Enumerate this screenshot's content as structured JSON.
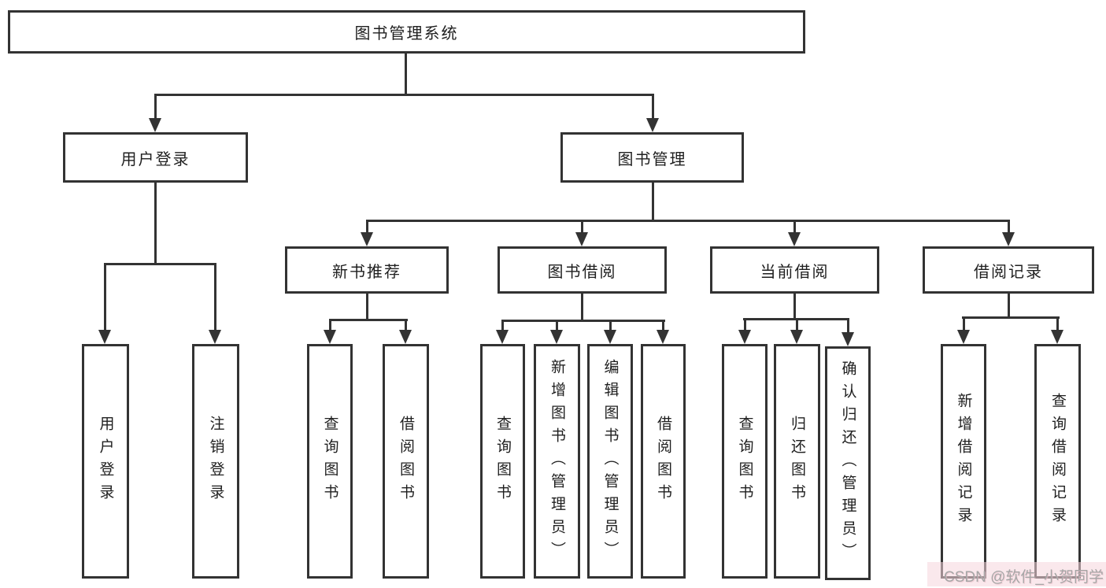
{
  "diagram": {
    "root": {
      "label": "图书管理系统"
    },
    "nodes": {
      "user_login": {
        "label": "用户登录",
        "children": [
          "用户登录",
          "注销登录"
        ]
      },
      "book_management": {
        "label": "图书管理"
      },
      "new_book_recommend": {
        "label": "新书推荐",
        "children": [
          "查询图书",
          "借阅图书"
        ]
      },
      "book_borrow": {
        "label": "图书借阅",
        "children": [
          "查询图书",
          "新增图书（管理员）",
          "编辑图书（管理员）",
          "借阅图书"
        ]
      },
      "current_borrow": {
        "label": "当前借阅",
        "children": [
          "查询图书",
          "归还图书",
          "确认归还（管理员）"
        ]
      },
      "borrow_records": {
        "label": "借阅记录",
        "children": [
          "新增借阅记录",
          "查询借阅记录"
        ]
      }
    },
    "colors": {
      "line": "#333333",
      "text": "#1f1f1f",
      "background": "#ffffff"
    }
  },
  "watermark": {
    "text": "CSDN @软件_小贺同学",
    "color": "#a6a6a6"
  }
}
